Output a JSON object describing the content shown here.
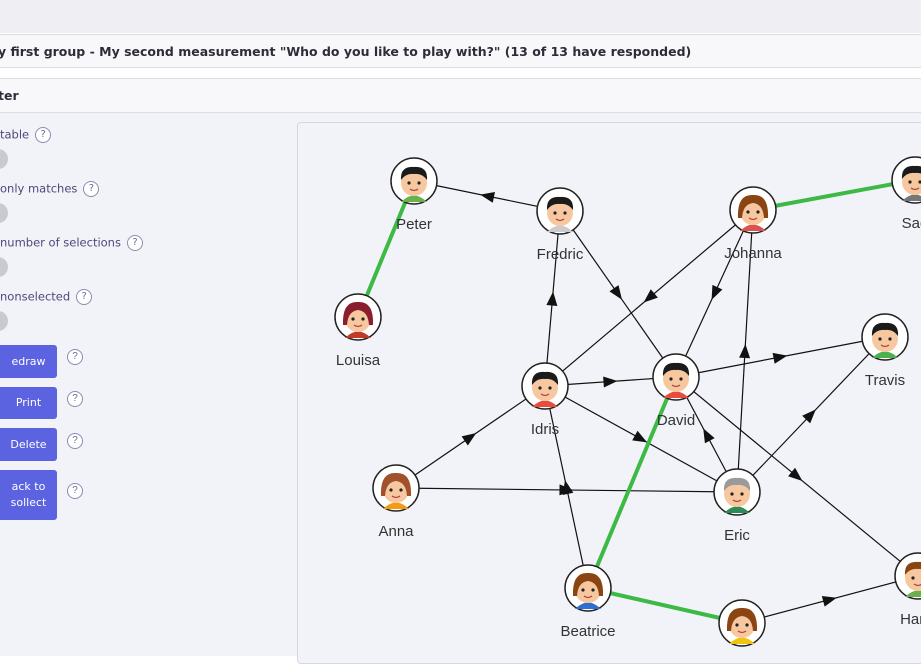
{
  "title": "y first group - My second measurement \"Who do you like to play with?\" (13 of 13 have responded)",
  "filter_label": "ter",
  "options": [
    {
      "label": "table",
      "help": "?"
    },
    {
      "label": "only matches",
      "help": "?"
    },
    {
      "label": "number of selections",
      "help": "?"
    },
    {
      "label": "nonselected",
      "help": "?"
    }
  ],
  "buttons": [
    {
      "label": "edraw",
      "help": "?"
    },
    {
      "label": "Print",
      "help": "?"
    },
    {
      "label": "Delete",
      "help": "?"
    },
    {
      "label": "ack to\nsollect",
      "help": "?"
    }
  ],
  "graph": {
    "colors": {
      "match": "#3dba45",
      "edge": "#111111",
      "node_border": "#222222"
    },
    "nodes": [
      {
        "id": "peter",
        "name": "Peter",
        "avatar": "boy-face-icon",
        "hair": "#1b1b1b",
        "shirt": "#6ab04c"
      },
      {
        "id": "fredric",
        "name": "Fredric",
        "avatar": "boy-face-icon",
        "hair": "#1b1b1b",
        "shirt": "#cccccc"
      },
      {
        "id": "johanna",
        "name": "Johanna",
        "avatar": "girl-face-icon",
        "hair": "#8b4513",
        "shirt": "#d9534f"
      },
      {
        "id": "sad",
        "name": "Sad",
        "avatar": "boy-face-icon",
        "hair": "#1b1b1b",
        "shirt": "#777777"
      },
      {
        "id": "louisa",
        "name": "Louisa",
        "avatar": "girl-face-icon",
        "hair": "#8b1e2e",
        "shirt": "#c0392b"
      },
      {
        "id": "travis",
        "name": "Travis",
        "avatar": "boy-face-icon",
        "hair": "#1b1b1b",
        "shirt": "#4caf50"
      },
      {
        "id": "idris",
        "name": "Idris",
        "avatar": "boy-face-icon",
        "hair": "#1b1b1b",
        "shirt": "#e74c3c"
      },
      {
        "id": "david",
        "name": "David",
        "avatar": "boy-face-icon",
        "hair": "#1b1b1b",
        "shirt": "#e74c3c"
      },
      {
        "id": "anna",
        "name": "Anna",
        "avatar": "girl-face-icon",
        "hair": "#a0522d",
        "shirt": "#f39c12"
      },
      {
        "id": "eric",
        "name": "Eric",
        "avatar": "boy-face-icon",
        "hair": "#9a9a9a",
        "shirt": "#2e8b57"
      },
      {
        "id": "beatrice",
        "name": "Beatrice",
        "avatar": "girl-face-icon",
        "hair": "#8b4513",
        "shirt": "#2f6fd0"
      },
      {
        "id": "yellow",
        "name": "",
        "avatar": "girl-face-icon",
        "hair": "#8b4513",
        "shirt": "#f1c40f"
      },
      {
        "id": "hann",
        "name": "Hann",
        "avatar": "boy-face-icon",
        "hair": "#8b4513",
        "shirt": "#6ab04c"
      }
    ],
    "matches": [
      [
        "peter",
        "louisa"
      ],
      [
        "johanna",
        "sad"
      ],
      [
        "beatrice",
        "david"
      ],
      [
        "beatrice",
        "yellow"
      ]
    ],
    "edges": [
      [
        "fredric",
        "peter"
      ],
      [
        "fredric",
        "david"
      ],
      [
        "idris",
        "fredric"
      ],
      [
        "johanna",
        "idris"
      ],
      [
        "johanna",
        "david"
      ],
      [
        "eric",
        "johanna"
      ],
      [
        "idris",
        "david"
      ],
      [
        "idris",
        "eric"
      ],
      [
        "david",
        "travis"
      ],
      [
        "david",
        "hann"
      ],
      [
        "eric",
        "travis"
      ],
      [
        "eric",
        "david"
      ],
      [
        "anna",
        "idris"
      ],
      [
        "anna",
        "eric"
      ],
      [
        "beatrice",
        "idris"
      ],
      [
        "yellow",
        "hann"
      ]
    ]
  }
}
